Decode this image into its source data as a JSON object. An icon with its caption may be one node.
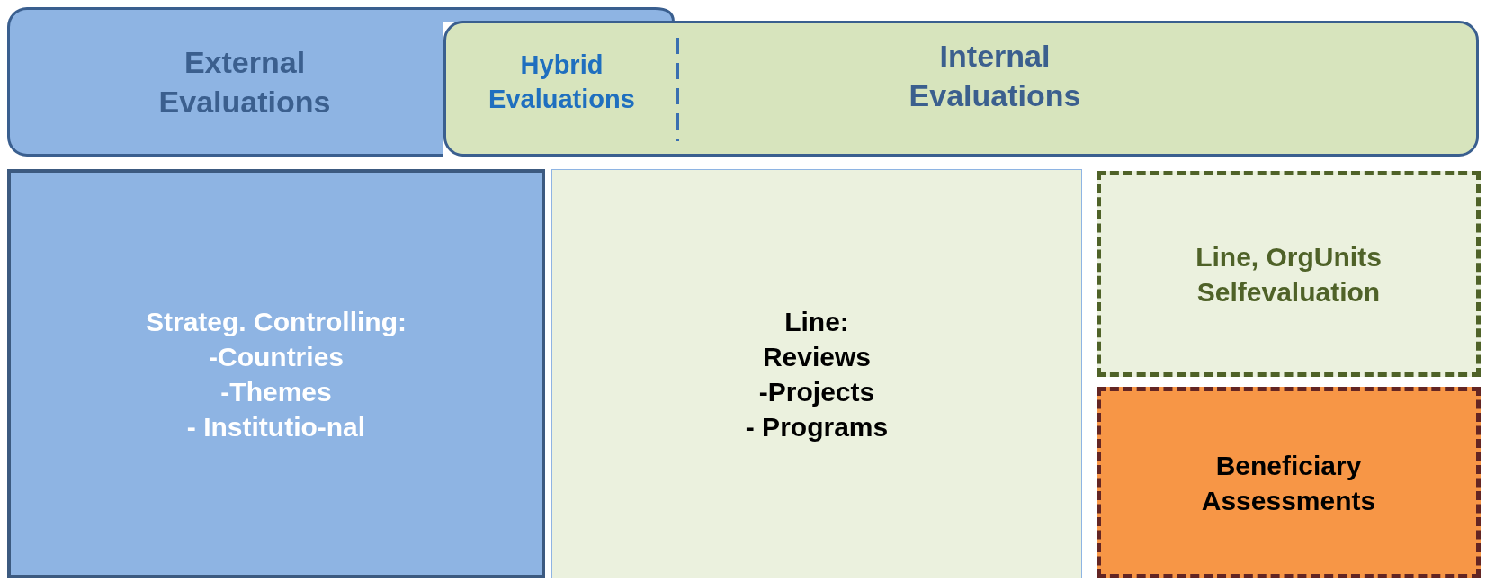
{
  "diagram": {
    "nodes": [
      {
        "text": [
          "External Evaluations"
        ]
      },
      {
        "text": [
          "Hybrid Evaluations",
          "Internal Evaluations"
        ]
      },
      {
        "text": [
          "Strateg. Controlling:",
          "-Countries",
          "-Themes",
          "- Institutio-nal"
        ]
      },
      {
        "text": [
          "Line:",
          "Reviews",
          "-Projects",
          "- Programs"
        ]
      },
      {
        "text": [
          "Line, OrgUnits Selfevaluation"
        ]
      },
      {
        "text": [
          "Beneficiary Assessments"
        ]
      }
    ]
  }
}
